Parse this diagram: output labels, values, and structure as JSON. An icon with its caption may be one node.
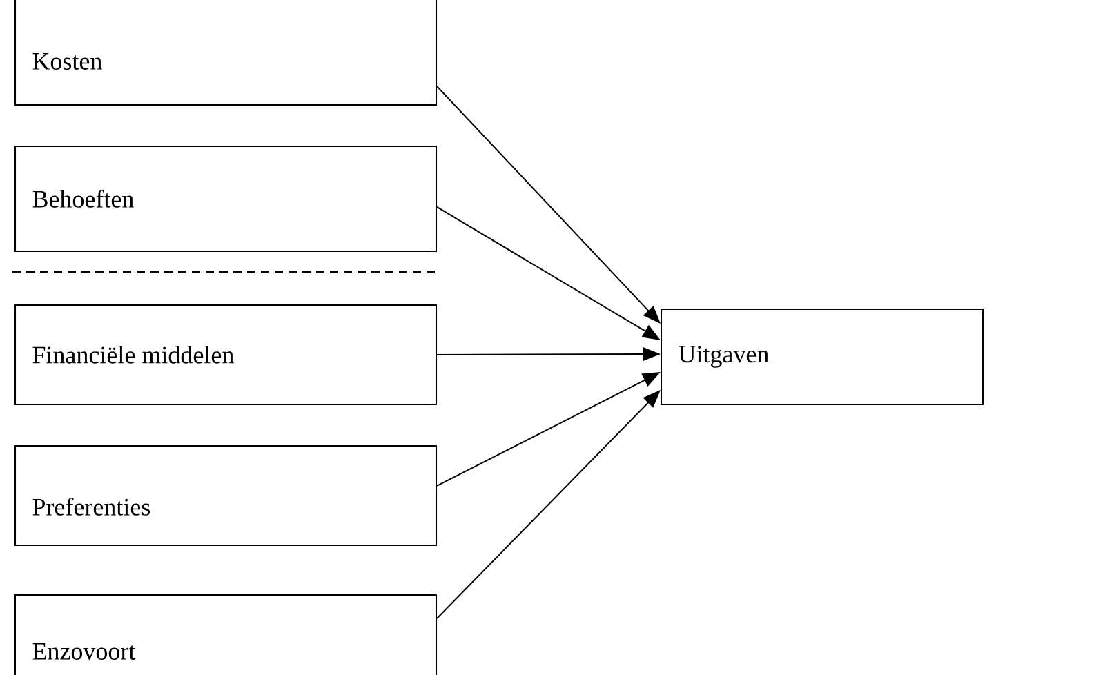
{
  "diagram": {
    "nodes": [
      {
        "text": [
          "Kosten"
        ]
      },
      {
        "text": [
          "Behoeften"
        ]
      },
      {
        "text": [
          "Financiële middelen"
        ]
      },
      {
        "text": [
          "Preferenties"
        ]
      },
      {
        "text": [
          "Enzovoort"
        ]
      },
      {
        "text": [
          "Uitgaven"
        ]
      }
    ],
    "edges": [
      {
        "from": 0,
        "to": 5,
        "arrow": "to"
      },
      {
        "from": 1,
        "to": 5,
        "arrow": "to"
      },
      {
        "from": 2,
        "to": 5,
        "arrow": "to"
      },
      {
        "from": 3,
        "to": 5,
        "arrow": "to"
      },
      {
        "from": 4,
        "to": 5,
        "arrow": "to"
      }
    ]
  }
}
